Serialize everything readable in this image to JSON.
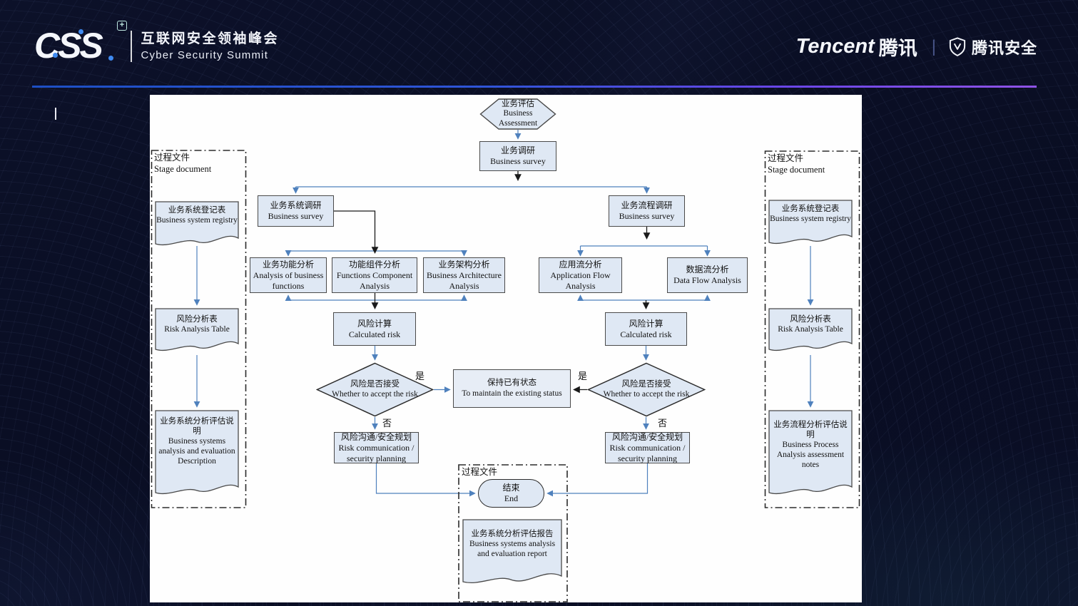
{
  "header": {
    "css_logo": "CSS",
    "summit_zh": "互联网安全领袖峰会",
    "summit_en": "Cyber Security Summit",
    "tencent_en": "Tencent",
    "tencent_zh": "腾讯",
    "divider": "|",
    "security_zh": "腾讯安全",
    "icons": {
      "plus_badge": "plus-badge-icon",
      "shield": "shield-icon"
    }
  },
  "colors": {
    "background": "#0a0e24",
    "panel": "#fefefe",
    "node_fill": "#dfe8f4",
    "node_border": "#4a4a4a",
    "arrow_blue": "#4f81bd",
    "arrow_black": "#1a1a1a",
    "separator_gradient": [
      "#1d4fc4",
      "#8f53e6"
    ],
    "logo_dot_blue": "#3f8af0"
  },
  "flowchart": {
    "nodes": {
      "start": {
        "zh": "业务评估",
        "en": "Business Assessment"
      },
      "survey": {
        "zh": "业务调研",
        "en": "Business survey"
      },
      "system_survey": {
        "zh": "业务系统调研",
        "en": "Business survey"
      },
      "process_survey": {
        "zh": "业务流程调研",
        "en": "Business survey"
      },
      "function_analysis": {
        "zh": "业务功能分析",
        "en": "Analysis of business functions"
      },
      "component_analysis": {
        "zh": "功能组件分析",
        "en": "Functions Component Analysis"
      },
      "architecture_analysis": {
        "zh": "业务架构分析",
        "en": "Business Architecture Analysis"
      },
      "application_flow": {
        "zh": "应用流分析",
        "en": "Application Flow Analysis"
      },
      "data_flow": {
        "zh": "数据流分析",
        "en": "Data Flow Analysis"
      },
      "risk_calculation": {
        "zh": "风险计算",
        "en": "Calculated risk"
      },
      "risk_decision": {
        "zh": "风险是否接受",
        "en": "Whether to accept the risk"
      },
      "maintain_status": {
        "zh": "保持已有状态",
        "en": "To maintain the existing status"
      },
      "risk_communication": {
        "zh": "风险沟通/安全规划",
        "en": "Risk communication / security planning"
      },
      "end": {
        "zh": "结束",
        "en": "End"
      }
    },
    "decision_labels": {
      "yes": "是",
      "no": "否"
    },
    "stage_docs": {
      "left": {
        "title_zh": "过程文件",
        "title_en": "Stage document",
        "docs": [
          {
            "zh": "业务系统登记表",
            "en": "Business system registry"
          },
          {
            "zh": "风险分析表",
            "en": "Risk Analysis Table"
          },
          {
            "zh": "业务系统分析评估说明",
            "en": "Business systems analysis and evaluation Description"
          }
        ]
      },
      "right": {
        "title_zh": "过程文件",
        "title_en": "Stage document",
        "docs": [
          {
            "zh": "业务系统登记表",
            "en": "Business system registry"
          },
          {
            "zh": "风险分析表",
            "en": "Risk Analysis Table"
          },
          {
            "zh": "业务流程分析评估说明",
            "en": "Business Process Analysis assessment notes"
          }
        ]
      },
      "bottom": {
        "title_zh": "过程文件",
        "docs": [
          {
            "zh": "业务系统分析评估报告",
            "en": "Business systems analysis and evaluation report"
          }
        ]
      }
    }
  }
}
